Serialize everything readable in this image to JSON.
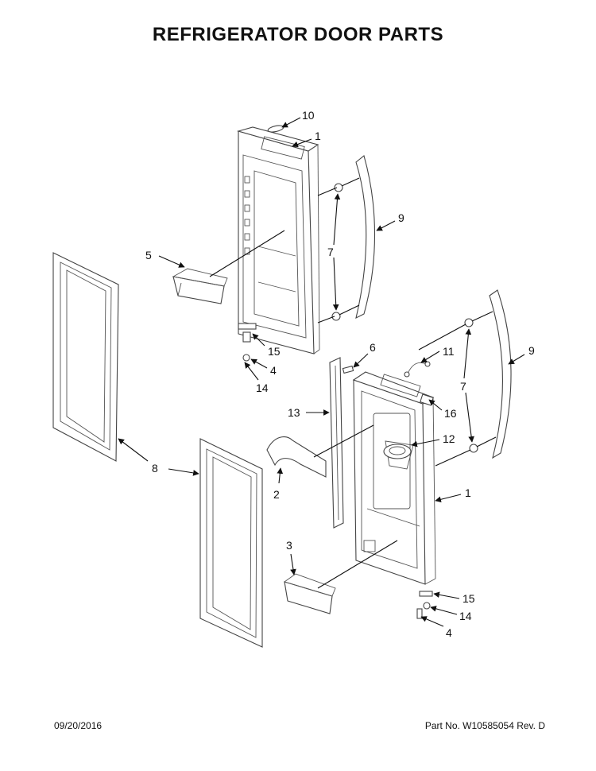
{
  "title": "REFRIGERATOR DOOR PARTS",
  "footer": {
    "date": "09/20/2016",
    "part_no": "Part No.  W10585054  Rev. D"
  },
  "callouts": {
    "c10": "10",
    "c1_top": "1",
    "c9_top": "9",
    "c7_top": "7",
    "c5": "5",
    "c15_top": "15",
    "c4_top": "4",
    "c14_top": "14",
    "c6": "6",
    "c11": "11",
    "c9_right": "9",
    "c7_right": "7",
    "c16": "16",
    "c13": "13",
    "c12": "12",
    "c8": "8",
    "c2": "2",
    "c1_right": "1",
    "c3": "3",
    "c15_bottom": "15",
    "c14_bottom": "14",
    "c4_bottom": "4"
  }
}
